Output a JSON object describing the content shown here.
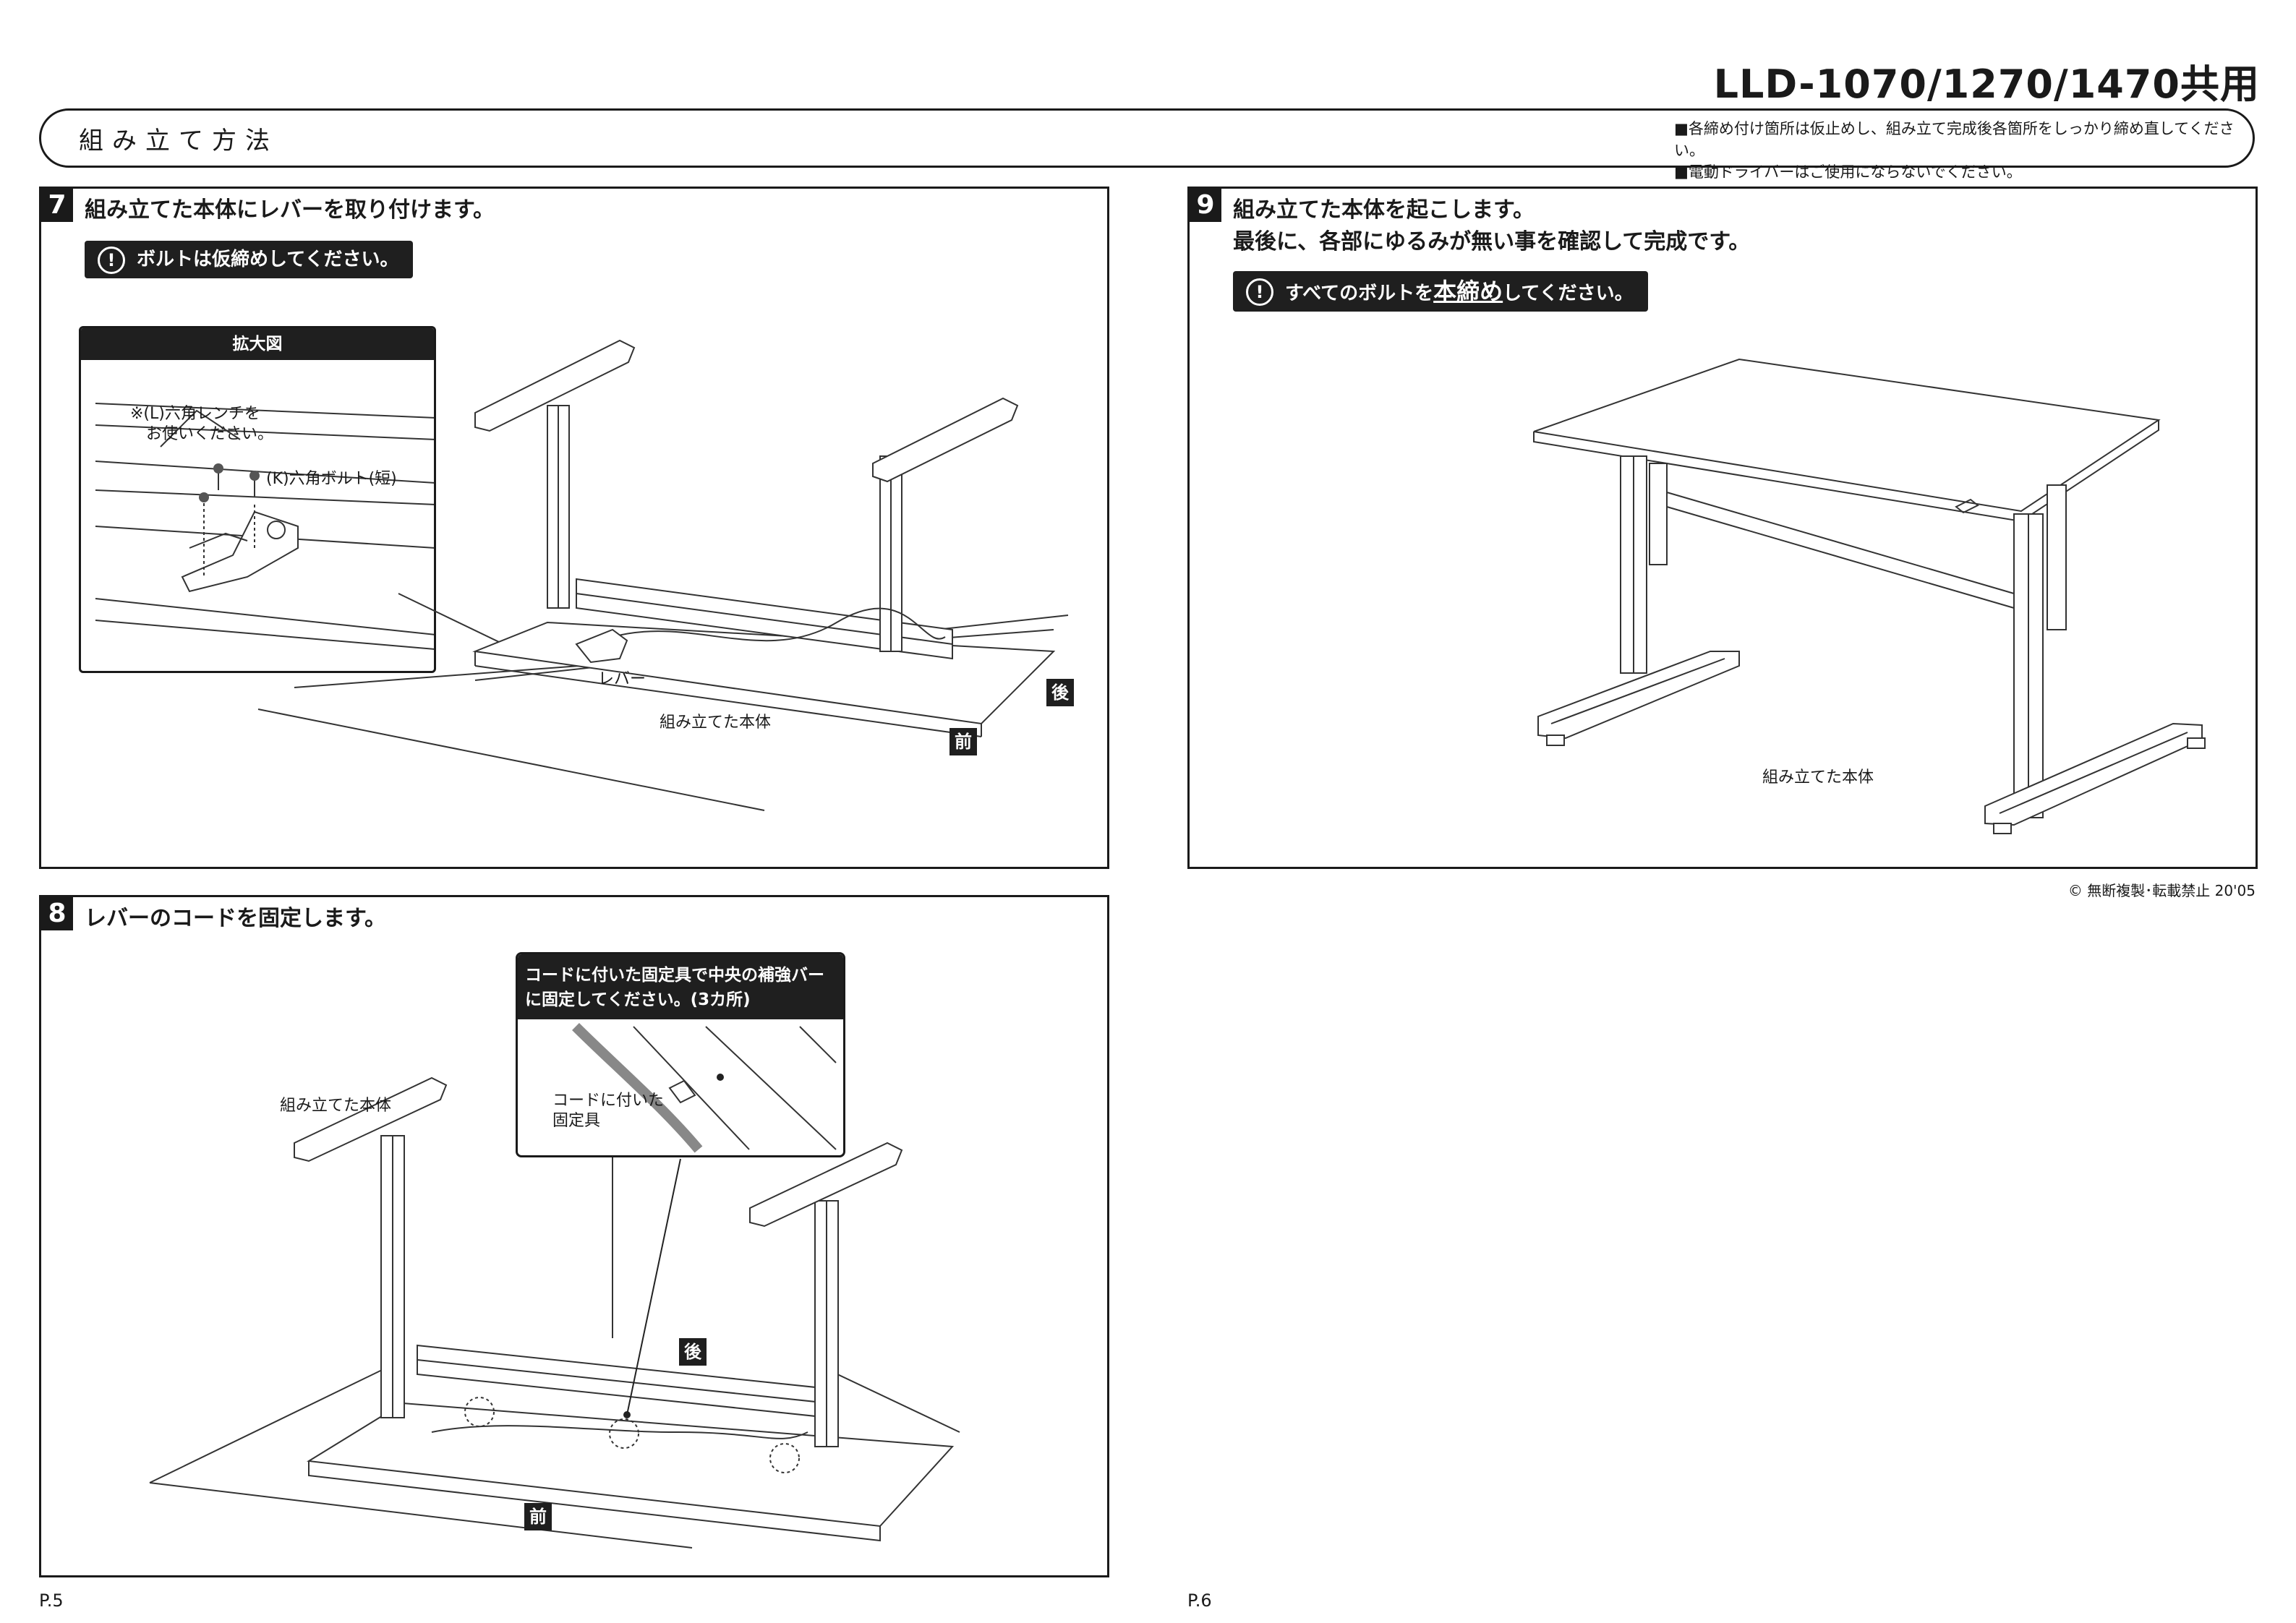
{
  "header": {
    "model": "LLD-1070/1270/1470共用",
    "title": "組み立て方法",
    "notes": [
      "■各締め付け箇所は仮止めし、組み立て完成後各箇所をしっかり締め直してください。",
      "■電動ドライバーはご使用にならないでください。"
    ]
  },
  "step7": {
    "number": "7",
    "title": "組み立てた本体にレバーを取り付けます。",
    "warning": "ボルトは仮締めしてください。",
    "zoom_title": "拡大図",
    "zoom_note_1": "※(L)六角レンチを",
    "zoom_note_2": "お使いください。",
    "bolt_label": "(K)六角ボルト(短)",
    "lever_label": "レバー",
    "body_label": "組み立てた本体",
    "back_label": "後",
    "front_label": "前"
  },
  "step8": {
    "number": "8",
    "title": "レバーのコードを固定します。",
    "callout_line1": "コードに付いた固定具で中央の補強バー",
    "callout_line2": "に固定してください。(3カ所)",
    "clip_label_1": "コードに付いた",
    "clip_label_2": "固定具",
    "body_label": "組み立てた本体",
    "back_label": "後",
    "front_label": "前"
  },
  "step9": {
    "number": "9",
    "title_line1": "組み立てた本体を起こします。",
    "title_line2": "最後に、各部にゆるみが無い事を確認して完成です。",
    "warning_pre": "すべてのボルトを",
    "warning_emph": "本締め",
    "warning_post": "してください。",
    "body_label": "組み立てた本体"
  },
  "footer": {
    "copyright": "© 無断複製･転載禁止 20'05",
    "page_left": "P.5",
    "page_right": "P.6"
  }
}
